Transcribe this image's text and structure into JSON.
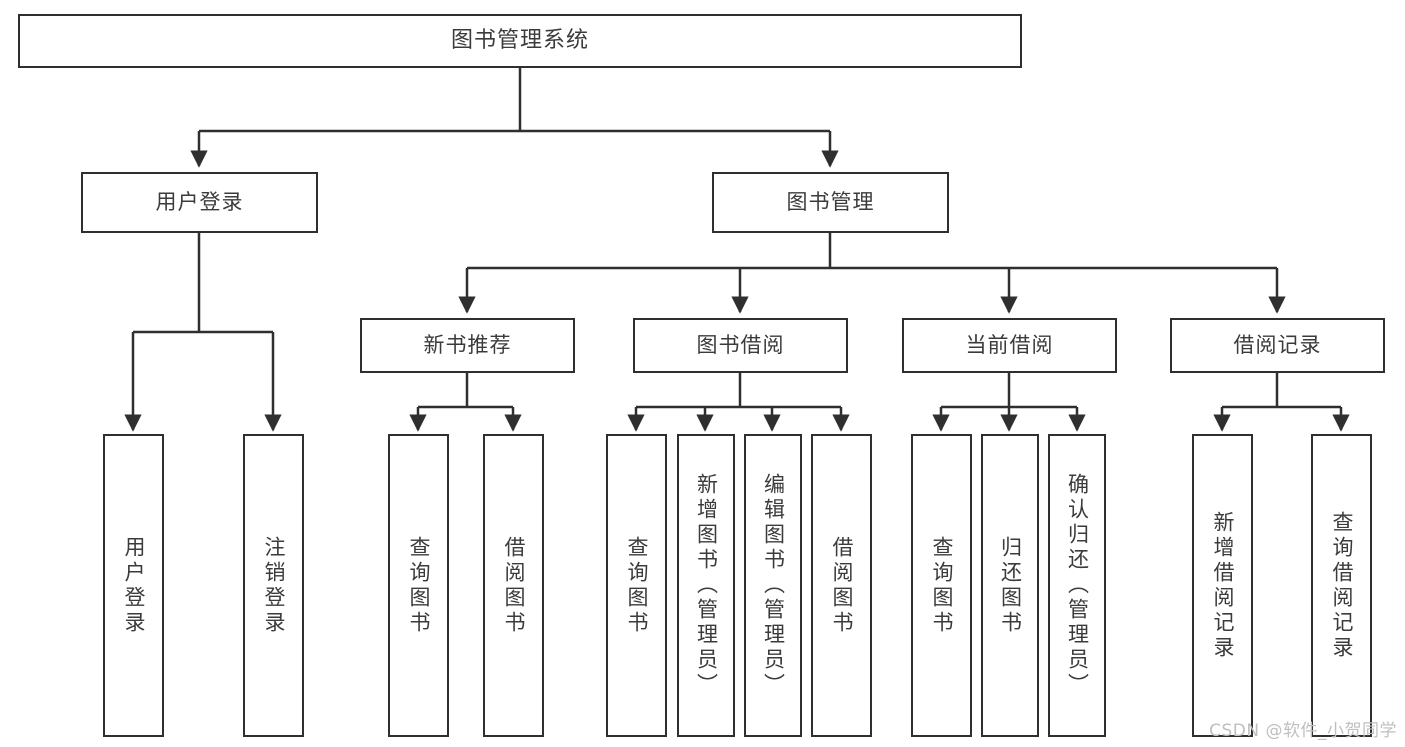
{
  "diagram": {
    "title": "图书管理系统",
    "type": "tree-structure-chart",
    "watermark": "CSDN @软件_小贺同学",
    "colors": {
      "background": "#ffffff",
      "box_border": "#2f2f2f",
      "box_fill": "#ffffff",
      "text": "#3b3b3b",
      "connector": "#2f2f2f",
      "watermark": "#bfbfbf"
    },
    "levels": {
      "root": {
        "label": "图书管理系统"
      },
      "level1": [
        {
          "label": "用户登录"
        },
        {
          "label": "图书管理"
        }
      ],
      "level2": [
        {
          "label": "新书推荐"
        },
        {
          "label": "图书借阅"
        },
        {
          "label": "当前借阅"
        },
        {
          "label": "借阅记录"
        }
      ],
      "leaves": {
        "user_login": [
          {
            "label": "用户登录"
          },
          {
            "label": "注销登录"
          }
        ],
        "new_book_recommend": [
          {
            "label": "查询图书"
          },
          {
            "label": "借阅图书"
          }
        ],
        "book_borrow": [
          {
            "label": "查询图书"
          },
          {
            "label": "新增图书（管理员）"
          },
          {
            "label": "编辑图书（管理员）"
          },
          {
            "label": "借阅图书"
          }
        ],
        "current_borrow": [
          {
            "label": "查询图书"
          },
          {
            "label": "归还图书"
          },
          {
            "label": "确认归还（管理员）"
          }
        ],
        "borrow_record": [
          {
            "label": "新增借阅记录"
          },
          {
            "label": "查询借阅记录"
          }
        ]
      }
    }
  }
}
